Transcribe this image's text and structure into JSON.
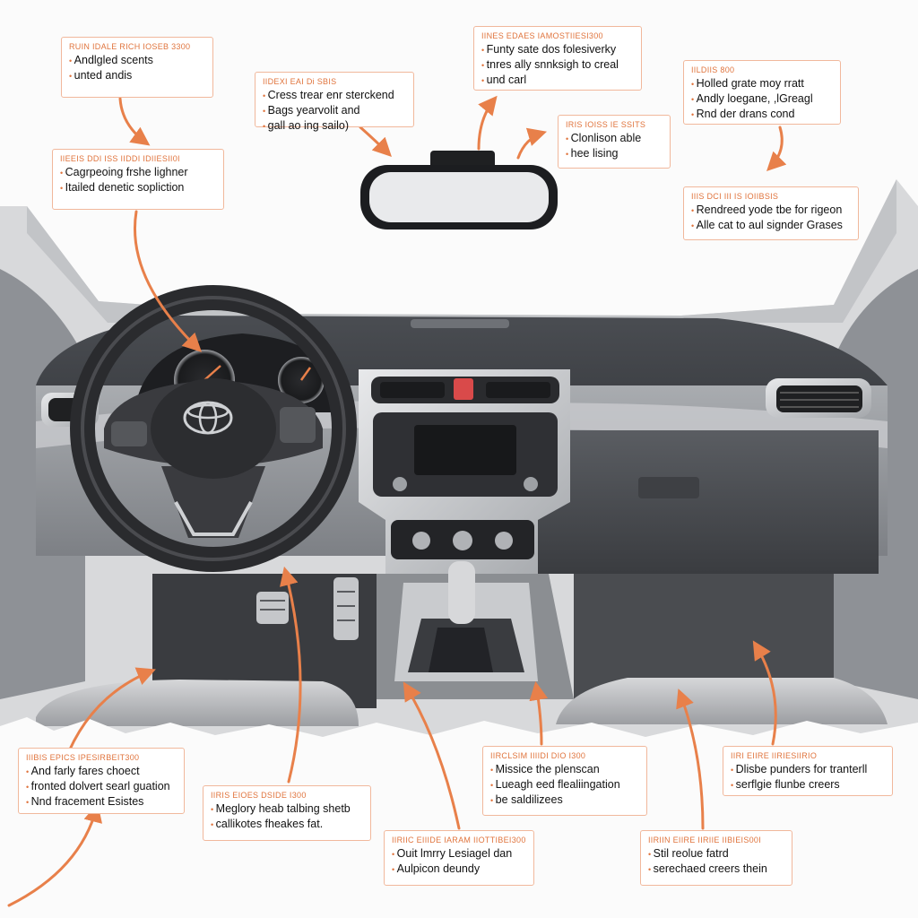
{
  "accent_color": "#e8804a",
  "brand_emblem": "toyota-emblem",
  "callouts": [
    {
      "header": "RUIN IDALE   RICH IOSEB 3300",
      "lines": [
        "Andlgled scents",
        "unted andis"
      ]
    },
    {
      "header": "IIDEXI EAI Di   SBIS",
      "lines": [
        "Cress trear enr sterckend",
        "Bags yearvolit and",
        "gall ao ing sailo)"
      ]
    },
    {
      "header": "IINES EDAES   IAMOSTIIESI300",
      "lines": [
        "Funty sate dos folesiverky",
        "tnres ally snnksigh to creal",
        "und carl"
      ]
    },
    {
      "header": "IILDIIS   800",
      "lines": [
        "Holled grate moy rratt",
        "Andly loegane, ,lGreagl",
        "Rnd der drans cond"
      ]
    },
    {
      "header": "IIEEIS DDI ISS   IIDDI IDIIESII0I",
      "lines": [
        "Cagrpeoing frshe lighner",
        "Itailed denetic sopliction"
      ]
    },
    {
      "header": "IRIS IOISS   IE SSITS",
      "lines": [
        "Clonlison able",
        "hee lising"
      ]
    },
    {
      "header": "IIIS DCI III   IS IOIIBSIS",
      "lines": [
        "Rendreed yode tbe for rigeon",
        "Alle cat to aul signder Grases"
      ]
    },
    {
      "header": "IIIBIS EPICS   IPESIRBEIT300",
      "lines": [
        "And farly fares choect",
        "fronted dolvert searl guation",
        "Nnd fracement Esistes"
      ]
    },
    {
      "header": "IIRIS EIOES DSIDE   I300",
      "lines": [
        "Meglory heab talbing shetb",
        "callikotes fheakes fat."
      ]
    },
    {
      "header": "IIRCLSIM IIIIDI DIO   I300",
      "lines": [
        "Missice the plenscan",
        "Lueagh eed flealiingation",
        "be saldilizees"
      ]
    },
    {
      "header": "IIRI EIIRE   IIRIESIIRIO",
      "lines": [
        "Dlisbe punders for tranterll",
        "serflgie flunbe creers"
      ]
    },
    {
      "header": "IIRIIC EIIIDE   IARAM IIOTTIBEI300",
      "lines": [
        "Ouit lmrry Lesiagel dan",
        "Aulpicon deundy"
      ]
    },
    {
      "header": "IIRIIN EIIRE   IIRIIE IIBIEIS00I",
      "lines": [
        "Stil reolue fatrd",
        "serechaed creers thein"
      ]
    }
  ]
}
